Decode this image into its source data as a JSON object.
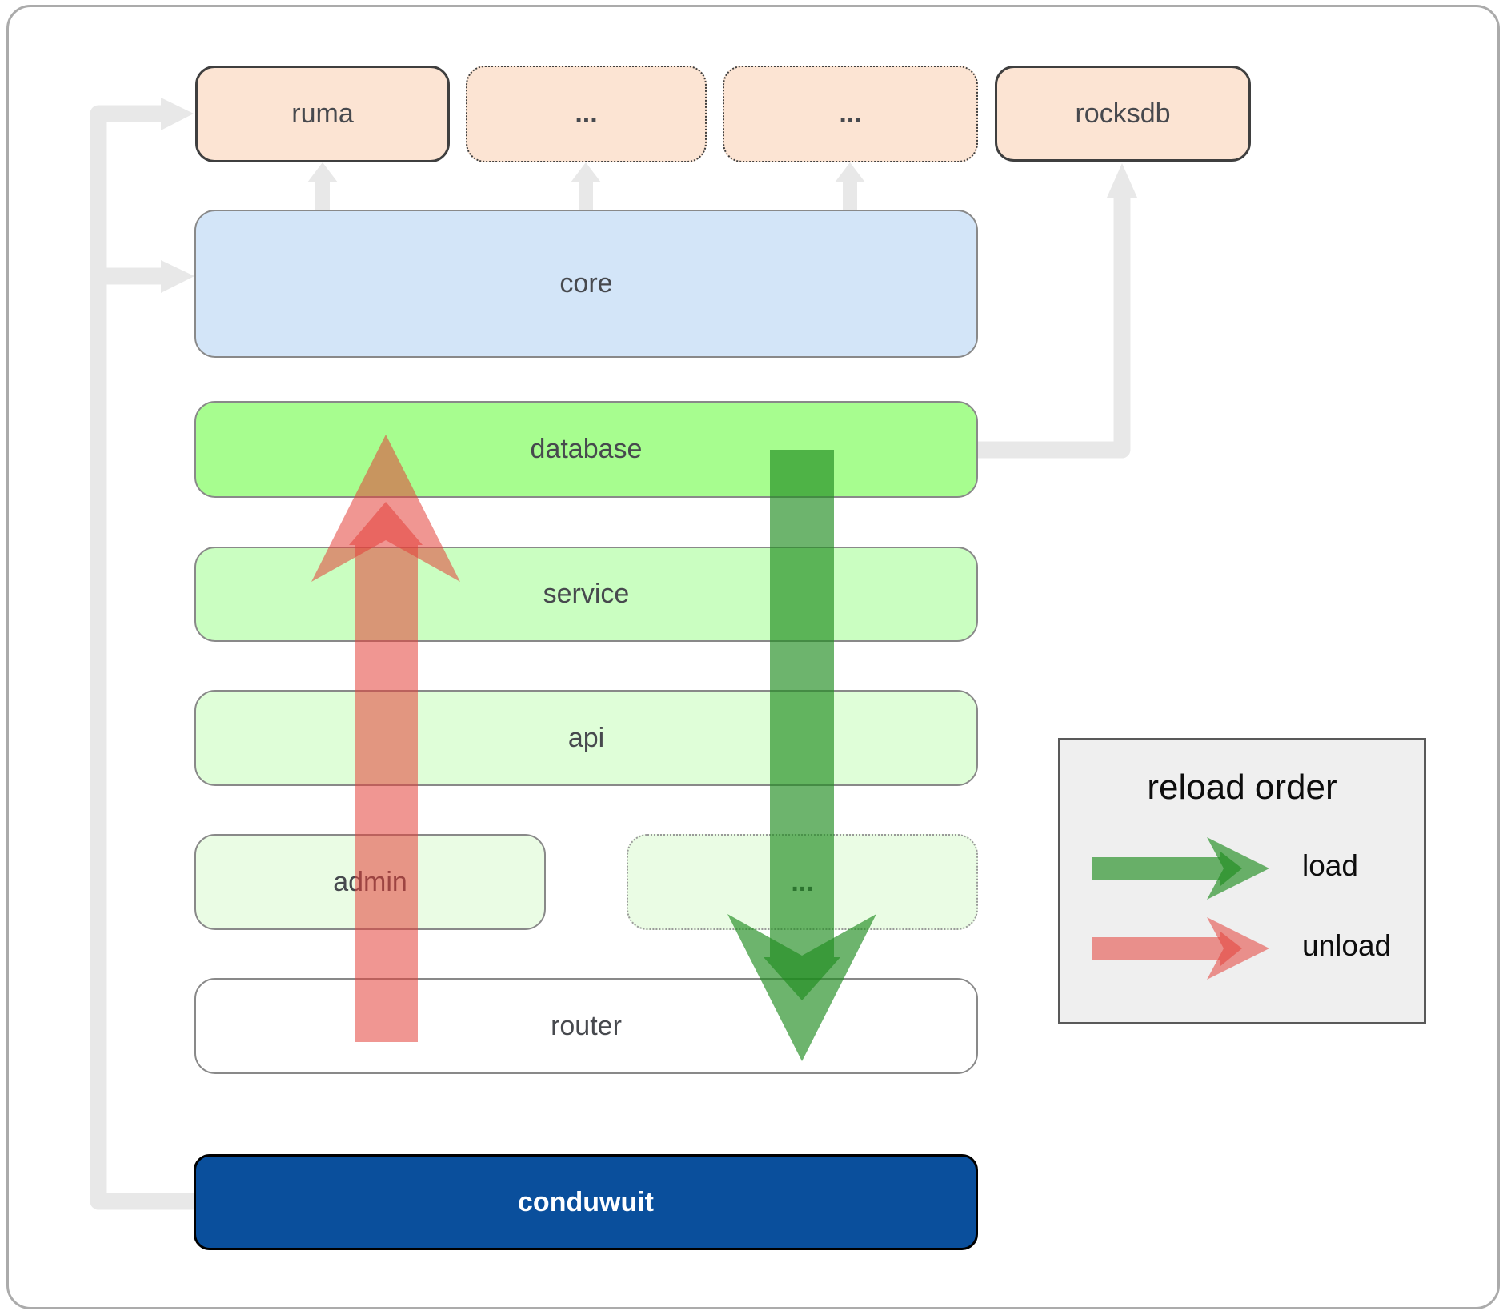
{
  "layers": {
    "ruma": {
      "label": "ruma"
    },
    "ellipsis1": {
      "label": "..."
    },
    "ellipsis2": {
      "label": "..."
    },
    "rocksdb": {
      "label": "rocksdb"
    },
    "core": {
      "label": "core"
    },
    "database": {
      "label": "database"
    },
    "service": {
      "label": "service"
    },
    "api": {
      "label": "api"
    },
    "admin": {
      "label": "admin"
    },
    "ellipsis3": {
      "label": "..."
    },
    "router": {
      "label": "router"
    },
    "conduwuit": {
      "label": "conduwuit"
    }
  },
  "legend": {
    "title": "reload order",
    "items": [
      {
        "label": "load",
        "color": "#1e8c1e"
      },
      {
        "label": "unload",
        "color": "#e44038"
      }
    ]
  },
  "colors": {
    "load_arrow": "#1e8c1e",
    "unload_arrow": "#e44038",
    "connector_gray": "#e8e8e8",
    "peach_box": "#fce4d3",
    "core_blue": "#d3e5f8",
    "database_green": "#a7fd8f",
    "service_green": "#cafec1",
    "api_green": "#dffed8",
    "admin_green": "#eafce4",
    "conduwuit_blue": "#0a4f9c"
  },
  "connections": [
    {
      "from": "conduwuit",
      "to": "ruma",
      "style": "dependency"
    },
    {
      "from": "conduwuit",
      "to": "core",
      "style": "dependency"
    },
    {
      "from": "core",
      "to": "ruma",
      "style": "dependency"
    },
    {
      "from": "core",
      "to": "ellipsis1",
      "style": "dependency"
    },
    {
      "from": "core",
      "to": "ellipsis2",
      "style": "dependency"
    },
    {
      "from": "database",
      "to": "rocksdb",
      "style": "dependency"
    },
    {
      "from": "database",
      "to": "router",
      "style": "load"
    },
    {
      "from": "router",
      "to": "database",
      "style": "unload"
    }
  ]
}
